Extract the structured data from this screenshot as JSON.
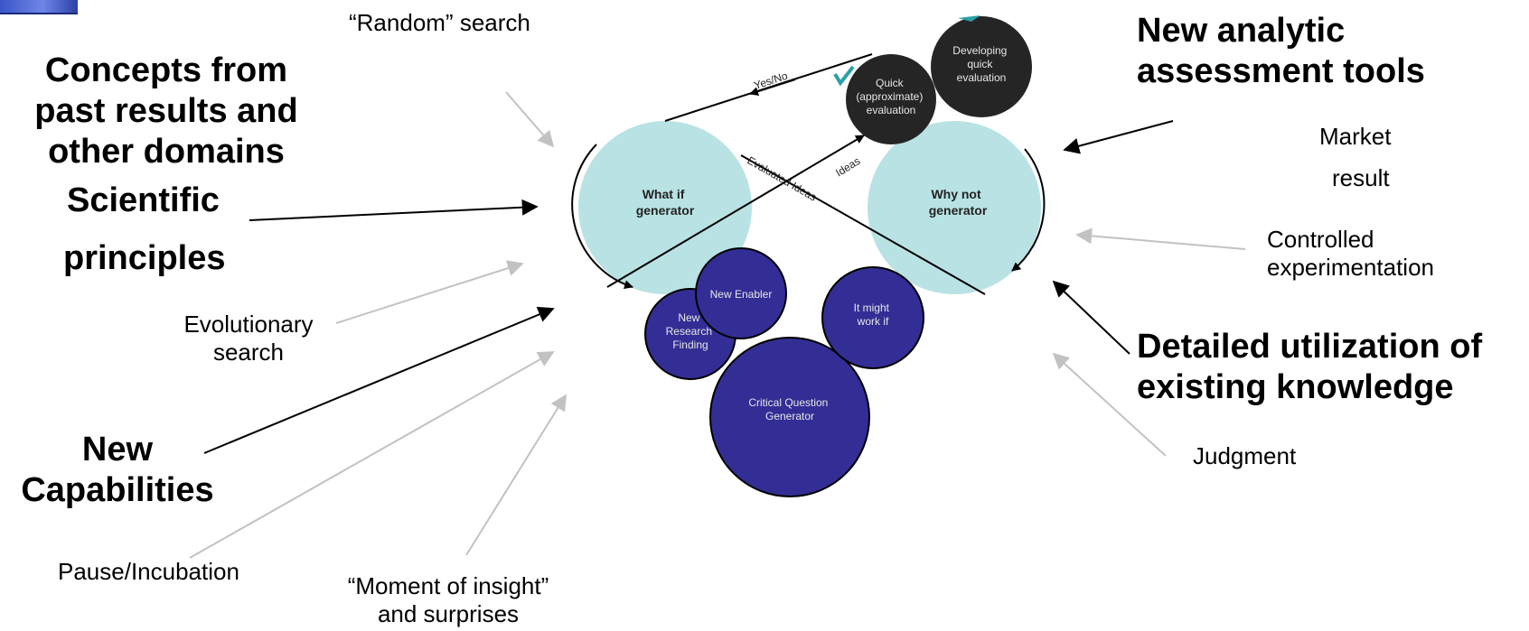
{
  "diagram": {
    "labels": {
      "random_search": "“Random” search",
      "concepts": [
        "Concepts from",
        "past results and",
        "other domains"
      ],
      "scientific": "Scientific",
      "principles": "principles",
      "evolutionary": [
        "Evolutionary",
        "search"
      ],
      "new_capabilities": [
        "New",
        "Capabilities"
      ],
      "pause": "Pause/Incubation",
      "moment": [
        "“Moment of insight”",
        "and surprises"
      ],
      "new_analytic": [
        "New analytic",
        "assessment tools"
      ],
      "market": "Market",
      "result": "result",
      "controlled": [
        "Controlled",
        "experimentation"
      ],
      "detailed": [
        "Detailed utilization of",
        "existing knowledge"
      ],
      "judgment": "Judgment"
    },
    "nodes": {
      "what_if": [
        "What if",
        "generator"
      ],
      "why_not": [
        "Why not",
        "generator"
      ],
      "developing": [
        "Developing",
        "quick",
        "evaluation"
      ],
      "quick": [
        "Quick",
        "(approximate)",
        "evaluation"
      ],
      "new_enabler": "New Enabler",
      "it_might": [
        "It might",
        "work if"
      ],
      "new_research": [
        "New",
        "Research",
        "Finding"
      ],
      "critical": [
        "Critical Question",
        "Generator"
      ]
    },
    "edges": {
      "yes_no": "Yes/No",
      "ideas": "Ideas",
      "evaluated_ideas": "Evaluated Ideas"
    },
    "colors": {
      "light_circle": "#b9e2e4",
      "dark_circle": "#252525",
      "blue_circle": "#332e95",
      "teal_accent": "#2aa0a8",
      "grey_arrow": "#c2c2c2"
    }
  }
}
